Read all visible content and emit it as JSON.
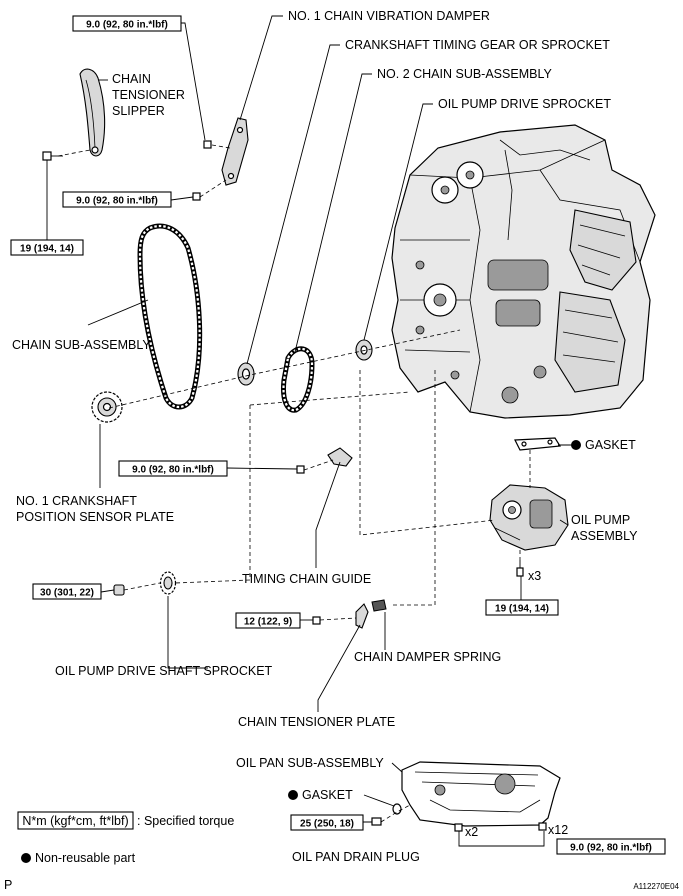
{
  "labels": {
    "vibration_damper": "NO. 1 CHAIN VIBRATION DAMPER",
    "crank_gear": "CRANKSHAFT TIMING GEAR OR SPROCKET",
    "no2_chain": "NO. 2 CHAIN SUB-ASSEMBLY",
    "oil_pump_drive_sprocket": "OIL PUMP DRIVE SPROCKET",
    "tensioner_slipper_1": "CHAIN",
    "tensioner_slipper_2": "TENSIONER",
    "tensioner_slipper_3": "SLIPPER",
    "chain_sub_assembly": "CHAIN SUB-ASSEMBLY",
    "sensor_plate_1": "NO. 1 CRANKSHAFT",
    "sensor_plate_2": "POSITION SENSOR PLATE",
    "gasket_top": "GASKET",
    "oil_pump_1": "OIL PUMP",
    "oil_pump_2": "ASSEMBLY",
    "timing_chain_guide": "TIMING CHAIN GUIDE",
    "chain_damper_spring": "CHAIN DAMPER SPRING",
    "oil_pump_drive_shaft_sprocket": "OIL PUMP DRIVE SHAFT SPROCKET",
    "chain_tensioner_plate": "CHAIN TENSIONER PLATE",
    "oil_pan_sub_assembly": "OIL PAN SUB-ASSEMBLY",
    "gasket_bottom": "GASKET",
    "oil_pan_drain_plug": "OIL PAN DRAIN PLUG"
  },
  "torques": {
    "t_top": "9.0 (92, 80 in.*lbf)",
    "t_damper_lower": "9.0 (92, 80 in.*lbf)",
    "t_slipper": "19 (194, 14)",
    "t_guide": "9.0 (92, 80 in.*lbf)",
    "t_drive_shaft": "30 (301, 22)",
    "t_tensioner_plate": "12 (122, 9)",
    "t_oil_pump": "19 (194, 14)",
    "t_drain_plug": "25 (250, 18)",
    "t_oil_pan": "9.0 (92, 80 in.*lbf)"
  },
  "counts": {
    "oil_pump_bolts": "x3",
    "oil_pan_nuts": "x2",
    "oil_pan_bolts": "x12"
  },
  "legend": {
    "torque_unit": "N*m (kgf*cm, ft*lbf)",
    "torque_desc": ": Specified torque",
    "non_reusable": "Non-reusable part"
  },
  "corner": {
    "left": "P",
    "right": "A112270E04"
  }
}
